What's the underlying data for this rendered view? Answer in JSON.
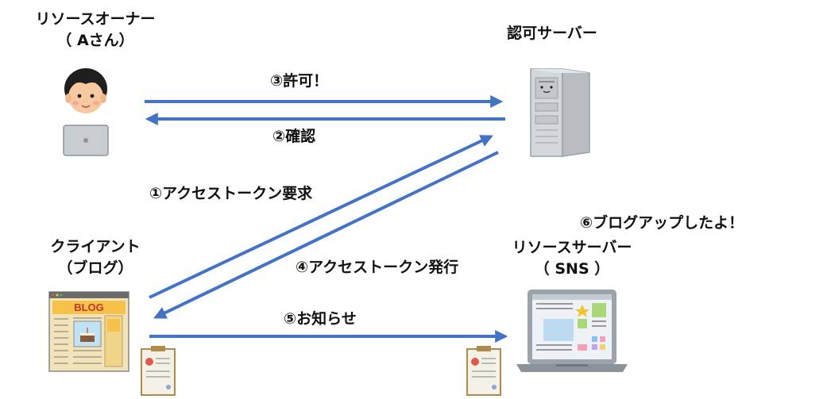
{
  "actors": {
    "owner": {
      "name": "リソースオーナー",
      "sub": "（ Aさん）"
    },
    "auth_server": {
      "name": "認可サーバー"
    },
    "client": {
      "name": "クライアント",
      "sub": "（ブログ）"
    },
    "resource_server": {
      "name": "リソースサーバー",
      "sub": "（ SNS ）"
    }
  },
  "steps": {
    "s1": "①アクセストークン要求",
    "s2": "②確認",
    "s3": "③許可！",
    "s4": "④アクセストークン発行",
    "s5": "⑤お知らせ",
    "s6": "⑥ブログアップしたよ！"
  },
  "blog_logo": "BLOG",
  "colors": {
    "arrow": "#4472C4",
    "laptop": "#9ba3ab",
    "server": "#cfd3d6"
  }
}
